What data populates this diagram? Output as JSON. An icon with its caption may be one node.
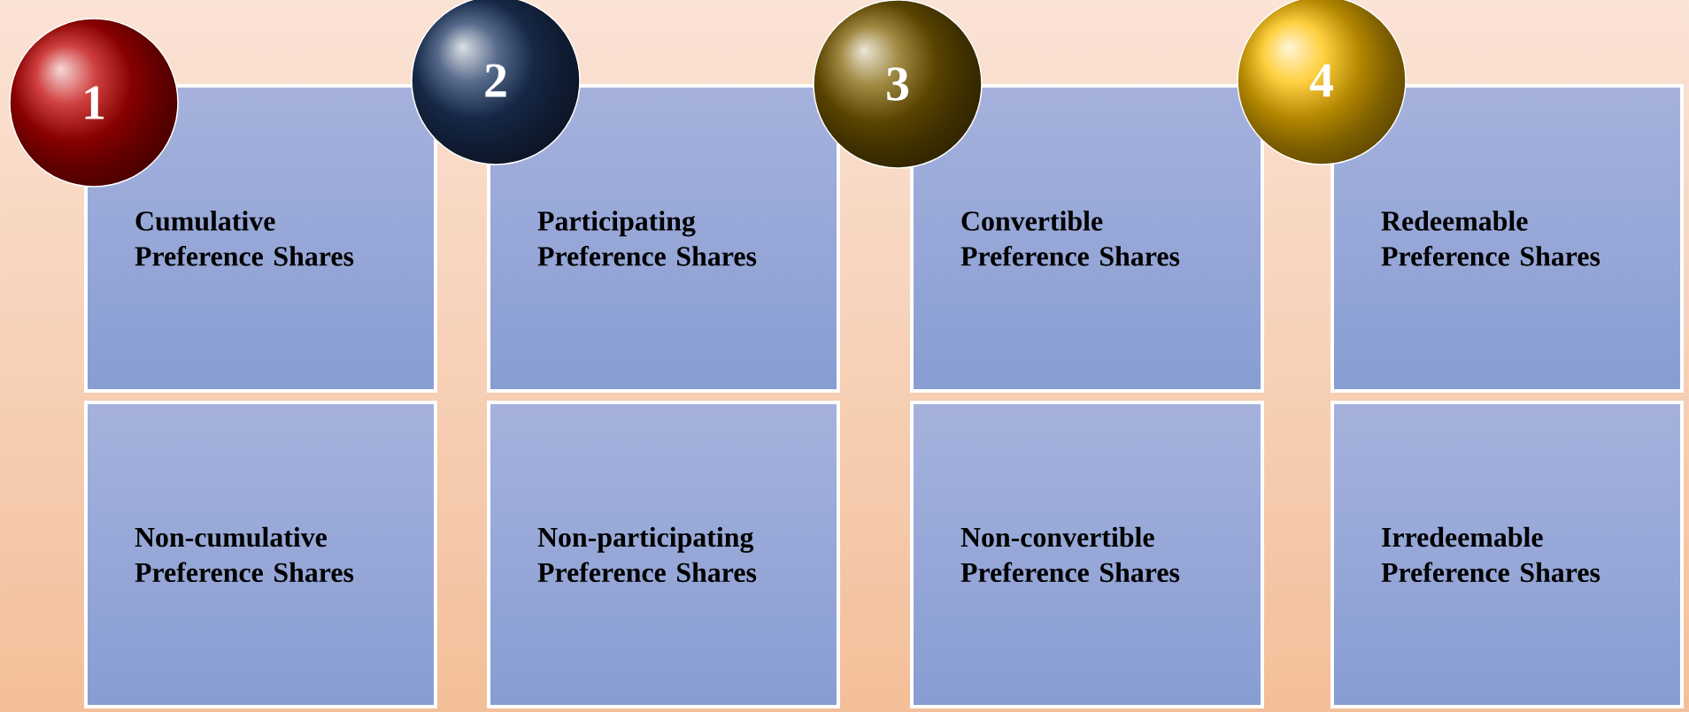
{
  "diagram": {
    "nodes": [
      {
        "text": [
          "1"
        ]
      },
      {
        "text": [
          "Cumulative Preference Shares"
        ]
      },
      {
        "text": [
          "Non-cumulative Preference Shares"
        ]
      },
      {
        "text": [
          "2"
        ]
      },
      {
        "text": [
          "Participating Preference Shares"
        ]
      },
      {
        "text": [
          "Non-participating Preference Shares"
        ]
      },
      {
        "text": [
          "3"
        ]
      },
      {
        "text": [
          "Convertible Preference Shares"
        ]
      },
      {
        "text": [
          "Non-convertible Preference Shares"
        ]
      },
      {
        "text": [
          "4"
        ]
      },
      {
        "text": [
          "Redeemable Preference Shares"
        ]
      },
      {
        "text": [
          "Irredeemable Preference Shares"
        ]
      }
    ]
  }
}
